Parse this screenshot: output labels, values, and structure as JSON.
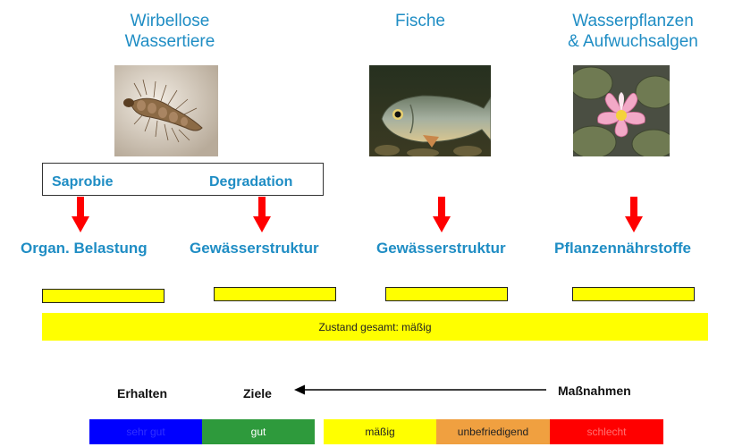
{
  "groups": {
    "invertebrates": {
      "line1": "Wirbellose",
      "line2": "Wassertiere",
      "photo_icon": "insect-larva-photo-icon"
    },
    "fish": {
      "title": "Fische",
      "photo_icon": "fish-photo-icon"
    },
    "plants": {
      "line1": "Wasserpflanzen",
      "line2": "& Aufwuchsalgen",
      "photo_icon": "water-lily-photo-icon"
    }
  },
  "methods": {
    "saprobie": "Saprobie",
    "degradation": "Degradation"
  },
  "stressors": {
    "organic_load": "Organ. Belastung",
    "structure_1": "Gewässerstruktur",
    "structure_2": "Gewässerstruktur",
    "nutrients": "Pflanzennährstoffe"
  },
  "statuses": {
    "organic_load": "mäßig",
    "structure_1": "mäßig",
    "structure_2": "mäßig",
    "nutrients": "mäßig"
  },
  "overall": {
    "label": "Zustand gesamt: mäßig",
    "status": "mäßig"
  },
  "legend": {
    "keep": "Erhalten",
    "goals": "Ziele",
    "measures": "Maßnahmen"
  },
  "scale": [
    {
      "label": "sehr gut",
      "color": "#0000ff",
      "text_color": "#3030ff"
    },
    {
      "label": "gut",
      "color": "#2e9a3c",
      "text_color": "#ffffff"
    },
    {
      "label": "mäßig",
      "color": "#ffff00",
      "text_color": "#222222"
    },
    {
      "label": "unbefriedigend",
      "color": "#f0a040",
      "text_color": "#222222"
    },
    {
      "label": "schlecht",
      "color": "#ff0000",
      "text_color": "#ff7070"
    }
  ],
  "colors": {
    "title_blue": "#1f8dc4",
    "arrow_red": "#ff0000",
    "status_yellow": "#ffff00"
  }
}
